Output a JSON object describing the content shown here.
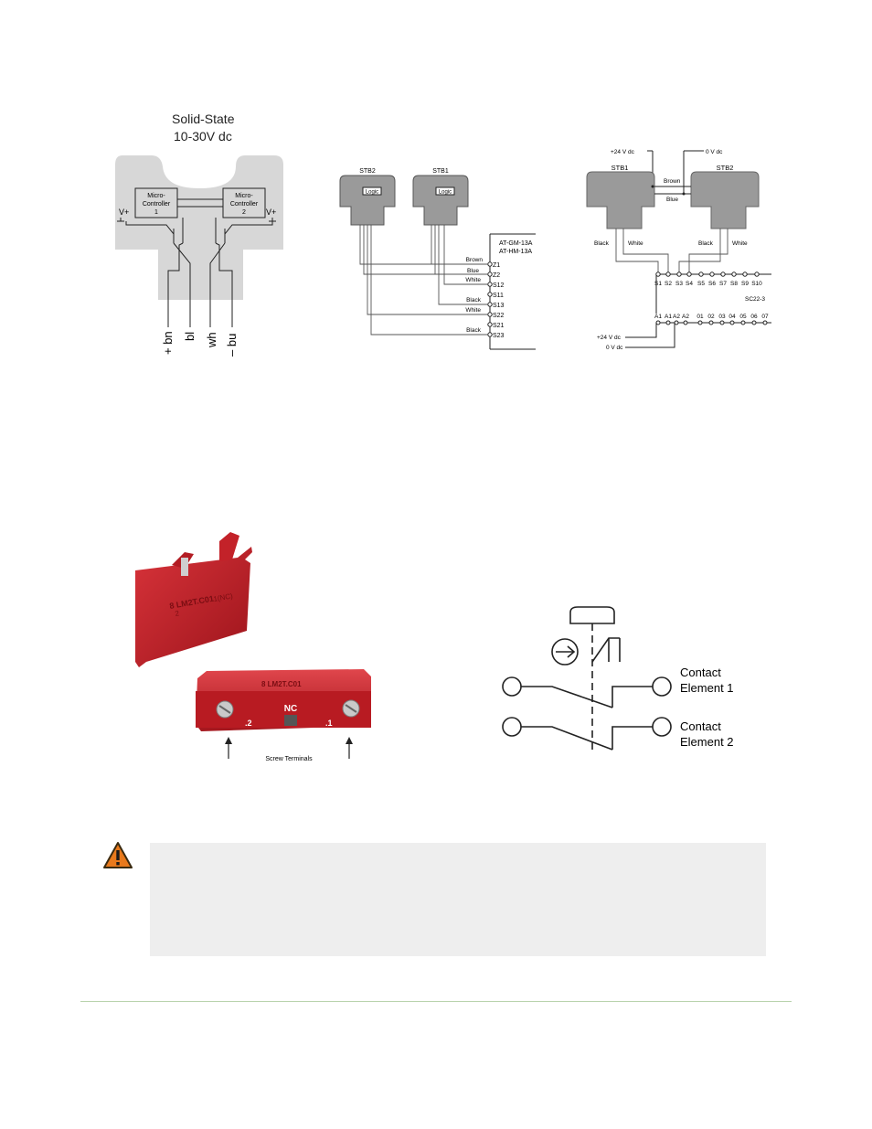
{
  "fig1": {
    "title_line1": "Solid-State",
    "title_line2": "10-30V dc",
    "mc1_l1": "Micro-",
    "mc1_l2": "Controller",
    "mc1_l3": "1",
    "mc2_l1": "Micro-",
    "mc2_l2": "Controller",
    "mc2_l3": "2",
    "vplus_left": "V+",
    "vplus_right": "V+",
    "wires": [
      "+ bn",
      "bl",
      "wh",
      "– bu"
    ]
  },
  "fig2": {
    "stb2": "STB2",
    "stb1": "STB1",
    "logic": "Logic",
    "module_l1": "AT-GM-13A",
    "module_l2": "AT-HM-13A",
    "terminals": [
      {
        "wire": "Brown",
        "term": "Z1"
      },
      {
        "wire": "Blue",
        "term": "Z2"
      },
      {
        "wire": "White",
        "term": "S12"
      },
      {
        "wire": "",
        "term": "S11"
      },
      {
        "wire": "Black",
        "term": "S13"
      },
      {
        "wire": "White",
        "term": "S22"
      },
      {
        "wire": "",
        "term": "S21"
      },
      {
        "wire": "Black",
        "term": "S23"
      }
    ]
  },
  "fig3": {
    "plus24": "+24 V dc",
    "zero": "0 V dc",
    "stb1": "STB1",
    "stb2": "STB2",
    "brown": "Brown",
    "blue": "Blue",
    "black1": "Black",
    "white1": "White",
    "black2": "Black",
    "white2": "White",
    "s_terms": [
      "S1",
      "S2",
      "S3",
      "S4",
      "S5",
      "S6",
      "S7",
      "S8",
      "S9",
      "S10"
    ],
    "model": "SC22-3",
    "a_terms": [
      "A1",
      "A1",
      "A2",
      "A2"
    ],
    "o_terms": [
      "01",
      "02",
      "03",
      "04",
      "05",
      "06",
      "07"
    ],
    "plus24_bottom": "+24 V dc",
    "zero_bottom": "0 V dc"
  },
  "photo": {
    "part_top": "8 LM2T.C01",
    "part_top_nc": "1(NC)",
    "part_top_2": "2",
    "part_front": "8 LM2T.C01",
    "nc_label": "NC",
    "term_left": ".2",
    "term_right": ".1",
    "caption": "Screw Terminals"
  },
  "symbol": {
    "contact1_l1": "Contact",
    "contact1_l2": "Element 1",
    "contact2_l1": "Contact",
    "contact2_l2": "Element 2"
  },
  "colors": {
    "housing": "#d7d7d7",
    "warning_bg": "#eeeeee",
    "warning_icon": "#e8791c",
    "rule": "#b9d3ad",
    "red_part": "#c8222a"
  }
}
